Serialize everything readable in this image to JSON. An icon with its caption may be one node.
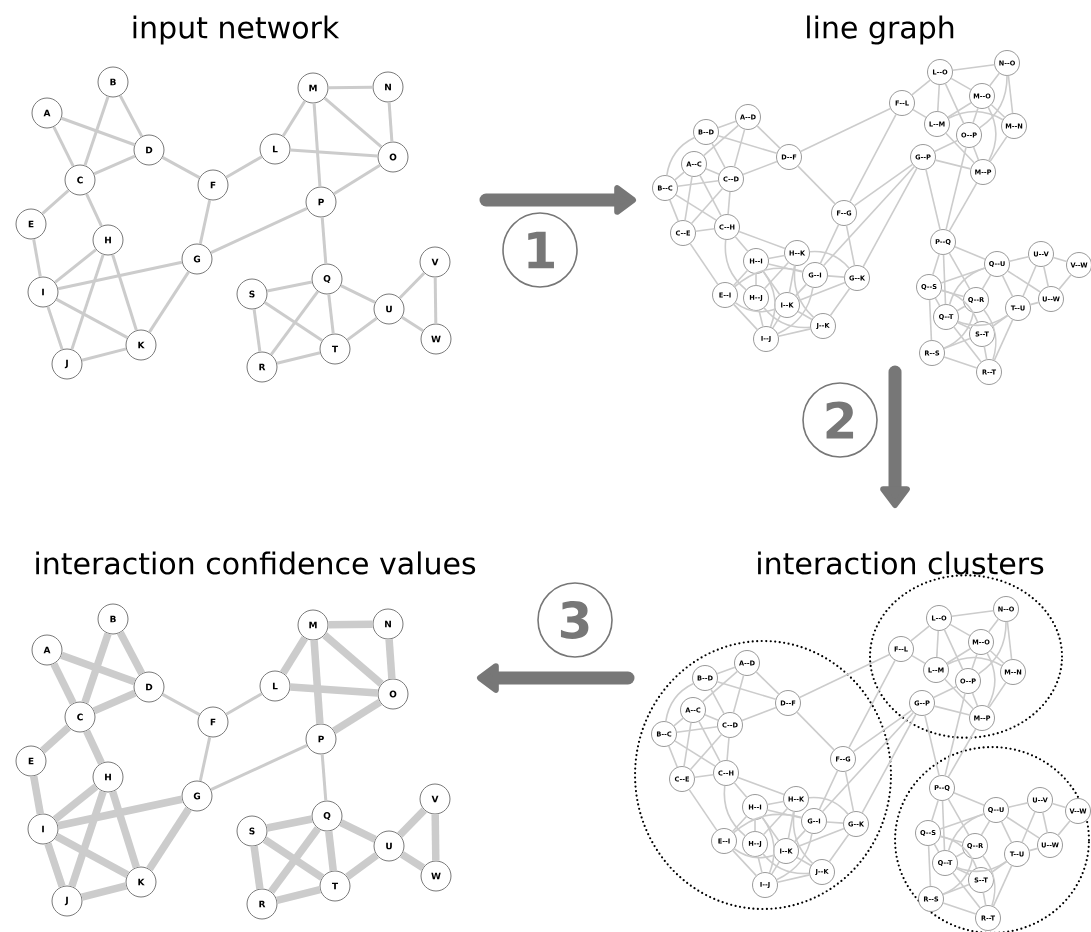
{
  "diagram": {
    "nodes": [
      {
        "text": [
          "A"
        ]
      },
      {
        "text": [
          "B"
        ]
      },
      {
        "text": [
          "C"
        ]
      },
      {
        "text": [
          "D"
        ]
      },
      {
        "text": [
          "E"
        ]
      },
      {
        "text": [
          "F"
        ]
      },
      {
        "text": [
          "G"
        ]
      },
      {
        "text": [
          "H"
        ]
      },
      {
        "text": [
          "I"
        ]
      },
      {
        "text": [
          "J"
        ]
      },
      {
        "text": [
          "K"
        ]
      },
      {
        "text": [
          "L"
        ]
      },
      {
        "text": [
          "M"
        ]
      },
      {
        "text": [
          "N"
        ]
      },
      {
        "text": [
          "O"
        ]
      },
      {
        "text": [
          "P"
        ]
      },
      {
        "text": [
          "Q"
        ]
      },
      {
        "text": [
          "R"
        ]
      },
      {
        "text": [
          "S"
        ]
      },
      {
        "text": [
          "T"
        ]
      },
      {
        "text": [
          "U"
        ]
      },
      {
        "text": [
          "V"
        ]
      },
      {
        "text": [
          "W"
        ]
      },
      {
        "text": [
          "A--C"
        ]
      },
      {
        "text": [
          "A--D"
        ]
      },
      {
        "text": [
          "B--C"
        ]
      },
      {
        "text": [
          "B--D"
        ]
      },
      {
        "text": [
          "C--D"
        ]
      },
      {
        "text": [
          "C--E"
        ]
      },
      {
        "text": [
          "C--H"
        ]
      },
      {
        "text": [
          "D--F"
        ]
      },
      {
        "text": [
          "E--I"
        ]
      },
      {
        "text": [
          "F--G"
        ]
      },
      {
        "text": [
          "F--L"
        ]
      },
      {
        "text": [
          "G--I"
        ]
      },
      {
        "text": [
          "G--K"
        ]
      },
      {
        "text": [
          "G--P"
        ]
      },
      {
        "text": [
          "H--I"
        ]
      },
      {
        "text": [
          "H--J"
        ]
      },
      {
        "text": [
          "H--K"
        ]
      },
      {
        "text": [
          "I--J"
        ]
      },
      {
        "text": [
          "I--K"
        ]
      },
      {
        "text": [
          "J--K"
        ]
      },
      {
        "text": [
          "L--M"
        ]
      },
      {
        "text": [
          "L--O"
        ]
      },
      {
        "text": [
          "M--N"
        ]
      },
      {
        "text": [
          "M--O"
        ]
      },
      {
        "text": [
          "M--P"
        ]
      },
      {
        "text": [
          "N--O"
        ]
      },
      {
        "text": [
          "O--P"
        ]
      },
      {
        "text": [
          "P--Q"
        ]
      },
      {
        "text": [
          "Q--R"
        ]
      },
      {
        "text": [
          "Q--S"
        ]
      },
      {
        "text": [
          "Q--T"
        ]
      },
      {
        "text": [
          "Q--U"
        ]
      },
      {
        "text": [
          "R--S"
        ]
      },
      {
        "text": [
          "R--T"
        ]
      },
      {
        "text": [
          "S--T"
        ]
      },
      {
        "text": [
          "T--U"
        ]
      },
      {
        "text": [
          "U--V"
        ]
      },
      {
        "text": [
          "U--W"
        ]
      },
      {
        "text": [
          "V--W"
        ]
      },
      {
        "text": [],
        "shape": "circle"
      },
      {
        "text": [],
        "shape": "circle"
      },
      {
        "text": [],
        "shape": "circle"
      },
      {
        "text": [
          "A--C"
        ],
        "in": 62
      },
      {
        "text": [
          "A--D"
        ],
        "in": 62
      },
      {
        "text": [
          "B--C"
        ],
        "in": 62
      },
      {
        "text": [
          "B--D"
        ],
        "in": 62
      },
      {
        "text": [
          "C--D"
        ],
        "in": 62
      },
      {
        "text": [
          "C--E"
        ],
        "in": 62
      },
      {
        "text": [
          "C--H"
        ],
        "in": 62
      },
      {
        "text": [
          "D--F"
        ],
        "in": 62
      },
      {
        "text": [
          "E--I"
        ],
        "in": 62
      },
      {
        "text": [
          "F--G"
        ],
        "in": 62
      },
      {
        "text": [
          "F--L"
        ],
        "in": 63
      },
      {
        "text": [
          "G--I"
        ],
        "in": 62
      },
      {
        "text": [
          "G--K"
        ],
        "in": 62
      },
      {
        "text": [
          "G--P"
        ],
        "in": 63
      },
      {
        "text": [
          "H--I"
        ],
        "in": 62
      },
      {
        "text": [
          "H--J"
        ],
        "in": 62
      },
      {
        "text": [
          "H--K"
        ],
        "in": 62
      },
      {
        "text": [
          "I--J"
        ],
        "in": 62
      },
      {
        "text": [
          "I--K"
        ],
        "in": 62
      },
      {
        "text": [
          "J--K"
        ],
        "in": 62
      },
      {
        "text": [
          "L--M"
        ],
        "in": 63
      },
      {
        "text": [
          "L--O"
        ],
        "in": 63
      },
      {
        "text": [
          "M--N"
        ],
        "in": 63
      },
      {
        "text": [
          "M--O"
        ],
        "in": 63
      },
      {
        "text": [
          "M--P"
        ],
        "in": 63
      },
      {
        "text": [
          "N--O"
        ],
        "in": 63
      },
      {
        "text": [
          "O--P"
        ],
        "in": 63
      },
      {
        "text": [
          "P--Q"
        ],
        "in": 64
      },
      {
        "text": [
          "Q--R"
        ],
        "in": 64
      },
      {
        "text": [
          "Q--S"
        ],
        "in": 64
      },
      {
        "text": [
          "Q--T"
        ],
        "in": 64
      },
      {
        "text": [
          "Q--U"
        ],
        "in": 64
      },
      {
        "text": [
          "R--S"
        ],
        "in": 64
      },
      {
        "text": [
          "R--T"
        ],
        "in": 64
      },
      {
        "text": [
          "S--T"
        ],
        "in": 64
      },
      {
        "text": [
          "T--U"
        ],
        "in": 64
      },
      {
        "text": [
          "U--V"
        ],
        "in": 64
      },
      {
        "text": [
          "U--W"
        ],
        "in": 64
      },
      {
        "text": [
          "V--W"
        ],
        "in": 64
      },
      {
        "text": [
          "A"
        ]
      },
      {
        "text": [
          "B"
        ]
      },
      {
        "text": [
          "C"
        ]
      },
      {
        "text": [
          "D"
        ]
      },
      {
        "text": [
          "E"
        ]
      },
      {
        "text": [
          "F"
        ]
      },
      {
        "text": [
          "G"
        ]
      },
      {
        "text": [
          "H"
        ]
      },
      {
        "text": [
          "I"
        ]
      },
      {
        "text": [
          "J"
        ]
      },
      {
        "text": [
          "K"
        ]
      },
      {
        "text": [
          "L"
        ]
      },
      {
        "text": [
          "M"
        ]
      },
      {
        "text": [
          "N"
        ]
      },
      {
        "text": [
          "O"
        ]
      },
      {
        "text": [
          "P"
        ]
      },
      {
        "text": [
          "Q"
        ]
      },
      {
        "text": [
          "R"
        ]
      },
      {
        "text": [
          "S"
        ]
      },
      {
        "text": [
          "T"
        ]
      },
      {
        "text": [
          "U"
        ]
      },
      {
        "text": [
          "V"
        ]
      },
      {
        "text": [
          "W"
        ]
      },
      {
        "text": [
          "1"
        ]
      },
      {
        "text": [
          "2"
        ]
      },
      {
        "text": [
          "3"
        ]
      }
    ],
    "edges": [
      {
        "from": 0,
        "to": 2,
        "arrow": "none"
      },
      {
        "from": 0,
        "to": 3,
        "arrow": "none"
      },
      {
        "from": 1,
        "to": 2,
        "arrow": "none"
      },
      {
        "from": 1,
        "to": 3,
        "arrow": "none"
      },
      {
        "from": 2,
        "to": 3,
        "arrow": "none"
      },
      {
        "from": 2,
        "to": 4,
        "arrow": "none"
      },
      {
        "from": 2,
        "to": 7,
        "arrow": "none"
      },
      {
        "from": 3,
        "to": 5,
        "arrow": "none"
      },
      {
        "from": 4,
        "to": 8,
        "arrow": "none"
      },
      {
        "from": 5,
        "to": 6,
        "arrow": "none"
      },
      {
        "from": 5,
        "to": 11,
        "arrow": "none"
      },
      {
        "from": 6,
        "to": 8,
        "arrow": "none"
      },
      {
        "from": 6,
        "to": 10,
        "arrow": "none"
      },
      {
        "from": 6,
        "to": 15,
        "arrow": "none"
      },
      {
        "from": 7,
        "to": 8,
        "arrow": "none"
      },
      {
        "from": 7,
        "to": 9,
        "arrow": "none"
      },
      {
        "from": 7,
        "to": 10,
        "arrow": "none"
      },
      {
        "from": 8,
        "to": 9,
        "arrow": "none"
      },
      {
        "from": 8,
        "to": 10,
        "arrow": "none"
      },
      {
        "from": 9,
        "to": 10,
        "arrow": "none"
      },
      {
        "from": 11,
        "to": 12,
        "arrow": "none"
      },
      {
        "from": 11,
        "to": 14,
        "arrow": "none"
      },
      {
        "from": 12,
        "to": 13,
        "arrow": "none"
      },
      {
        "from": 12,
        "to": 14,
        "arrow": "none"
      },
      {
        "from": 12,
        "to": 15,
        "arrow": "none"
      },
      {
        "from": 13,
        "to": 14,
        "arrow": "none"
      },
      {
        "from": 14,
        "to": 15,
        "arrow": "none"
      },
      {
        "from": 15,
        "to": 16,
        "arrow": "none"
      },
      {
        "from": 16,
        "to": 17,
        "arrow": "none"
      },
      {
        "from": 16,
        "to": 18,
        "arrow": "none"
      },
      {
        "from": 16,
        "to": 19,
        "arrow": "none"
      },
      {
        "from": 16,
        "to": 20,
        "arrow": "none"
      },
      {
        "from": 17,
        "to": 18,
        "arrow": "none"
      },
      {
        "from": 17,
        "to": 19,
        "arrow": "none"
      },
      {
        "from": 18,
        "to": 19,
        "arrow": "none"
      },
      {
        "from": 19,
        "to": 20,
        "arrow": "none"
      },
      {
        "from": 20,
        "to": 21,
        "arrow": "none"
      },
      {
        "from": 20,
        "to": 22,
        "arrow": "none"
      },
      {
        "from": 21,
        "to": 22,
        "arrow": "none"
      },
      {
        "from": 23,
        "to": 24,
        "arrow": "none"
      },
      {
        "from": 25,
        "to": 26,
        "arrow": "none"
      },
      {
        "from": 23,
        "to": 25,
        "arrow": "none"
      },
      {
        "from": 23,
        "to": 27,
        "arrow": "none"
      },
      {
        "from": 23,
        "to": 28,
        "arrow": "none"
      },
      {
        "from": 23,
        "to": 29,
        "arrow": "none"
      },
      {
        "from": 25,
        "to": 27,
        "arrow": "none"
      },
      {
        "from": 25,
        "to": 28,
        "arrow": "none"
      },
      {
        "from": 25,
        "to": 29,
        "arrow": "none"
      },
      {
        "from": 27,
        "to": 28,
        "arrow": "none"
      },
      {
        "from": 27,
        "to": 29,
        "arrow": "none"
      },
      {
        "from": 28,
        "to": 29,
        "arrow": "none"
      },
      {
        "from": 24,
        "to": 26,
        "arrow": "none"
      },
      {
        "from": 24,
        "to": 27,
        "arrow": "none"
      },
      {
        "from": 24,
        "to": 30,
        "arrow": "none"
      },
      {
        "from": 26,
        "to": 27,
        "arrow": "none"
      },
      {
        "from": 26,
        "to": 30,
        "arrow": "none"
      },
      {
        "from": 27,
        "to": 30,
        "arrow": "none"
      },
      {
        "from": 28,
        "to": 31,
        "arrow": "none"
      },
      {
        "from": 30,
        "to": 32,
        "arrow": "none"
      },
      {
        "from": 30,
        "to": 33,
        "arrow": "none"
      },
      {
        "from": 32,
        "to": 33,
        "arrow": "none"
      },
      {
        "from": 32,
        "to": 34,
        "arrow": "none"
      },
      {
        "from": 32,
        "to": 35,
        "arrow": "none"
      },
      {
        "from": 32,
        "to": 36,
        "arrow": "none"
      },
      {
        "from": 34,
        "to": 35,
        "arrow": "none"
      },
      {
        "from": 34,
        "to": 36,
        "arrow": "none"
      },
      {
        "from": 35,
        "to": 36,
        "arrow": "none"
      },
      {
        "from": 29,
        "to": 37,
        "arrow": "none"
      },
      {
        "from": 29,
        "to": 38,
        "arrow": "none"
      },
      {
        "from": 29,
        "to": 39,
        "arrow": "none"
      },
      {
        "from": 37,
        "to": 38,
        "arrow": "none"
      },
      {
        "from": 37,
        "to": 39,
        "arrow": "none"
      },
      {
        "from": 38,
        "to": 39,
        "arrow": "none"
      },
      {
        "from": 31,
        "to": 34,
        "arrow": "none"
      },
      {
        "from": 31,
        "to": 37,
        "arrow": "none"
      },
      {
        "from": 31,
        "to": 40,
        "arrow": "none"
      },
      {
        "from": 31,
        "to": 41,
        "arrow": "none"
      },
      {
        "from": 34,
        "to": 37,
        "arrow": "none"
      },
      {
        "from": 34,
        "to": 40,
        "arrow": "none"
      },
      {
        "from": 34,
        "to": 41,
        "arrow": "none"
      },
      {
        "from": 37,
        "to": 40,
        "arrow": "none"
      },
      {
        "from": 37,
        "to": 41,
        "arrow": "none"
      },
      {
        "from": 40,
        "to": 41,
        "arrow": "none"
      },
      {
        "from": 38,
        "to": 40,
        "arrow": "none"
      },
      {
        "from": 38,
        "to": 42,
        "arrow": "none"
      },
      {
        "from": 40,
        "to": 42,
        "arrow": "none"
      },
      {
        "from": 35,
        "to": 39,
        "arrow": "none"
      },
      {
        "from": 35,
        "to": 41,
        "arrow": "none"
      },
      {
        "from": 35,
        "to": 42,
        "arrow": "none"
      },
      {
        "from": 39,
        "to": 41,
        "arrow": "none"
      },
      {
        "from": 39,
        "to": 42,
        "arrow": "none"
      },
      {
        "from": 41,
        "to": 42,
        "arrow": "none"
      },
      {
        "from": 33,
        "to": 43,
        "arrow": "none"
      },
      {
        "from": 33,
        "to": 44,
        "arrow": "none"
      },
      {
        "from": 43,
        "to": 44,
        "arrow": "none"
      },
      {
        "from": 43,
        "to": 45,
        "arrow": "none"
      },
      {
        "from": 43,
        "to": 46,
        "arrow": "none"
      },
      {
        "from": 43,
        "to": 47,
        "arrow": "none"
      },
      {
        "from": 45,
        "to": 46,
        "arrow": "none"
      },
      {
        "from": 45,
        "to": 47,
        "arrow": "none"
      },
      {
        "from": 46,
        "to": 47,
        "arrow": "none"
      },
      {
        "from": 45,
        "to": 48,
        "arrow": "none"
      },
      {
        "from": 44,
        "to": 46,
        "arrow": "none"
      },
      {
        "from": 44,
        "to": 48,
        "arrow": "none"
      },
      {
        "from": 44,
        "to": 49,
        "arrow": "none"
      },
      {
        "from": 46,
        "to": 48,
        "arrow": "none"
      },
      {
        "from": 46,
        "to": 49,
        "arrow": "none"
      },
      {
        "from": 48,
        "to": 49,
        "arrow": "none"
      },
      {
        "from": 36,
        "to": 47,
        "arrow": "none"
      },
      {
        "from": 36,
        "to": 49,
        "arrow": "none"
      },
      {
        "from": 36,
        "to": 50,
        "arrow": "none"
      },
      {
        "from": 47,
        "to": 49,
        "arrow": "none"
      },
      {
        "from": 47,
        "to": 50,
        "arrow": "none"
      },
      {
        "from": 49,
        "to": 50,
        "arrow": "none"
      },
      {
        "from": 50,
        "to": 51,
        "arrow": "none"
      },
      {
        "from": 50,
        "to": 52,
        "arrow": "none"
      },
      {
        "from": 50,
        "to": 53,
        "arrow": "none"
      },
      {
        "from": 50,
        "to": 54,
        "arrow": "none"
      },
      {
        "from": 51,
        "to": 52,
        "arrow": "none"
      },
      {
        "from": 51,
        "to": 53,
        "arrow": "none"
      },
      {
        "from": 51,
        "to": 54,
        "arrow": "none"
      },
      {
        "from": 52,
        "to": 53,
        "arrow": "none"
      },
      {
        "from": 52,
        "to": 54,
        "arrow": "none"
      },
      {
        "from": 53,
        "to": 54,
        "arrow": "none"
      },
      {
        "from": 51,
        "to": 55,
        "arrow": "none"
      },
      {
        "from": 51,
        "to": 56,
        "arrow": "none"
      },
      {
        "from": 55,
        "to": 56,
        "arrow": "none"
      },
      {
        "from": 52,
        "to": 55,
        "arrow": "none"
      },
      {
        "from": 52,
        "to": 57,
        "arrow": "none"
      },
      {
        "from": 55,
        "to": 57,
        "arrow": "none"
      },
      {
        "from": 53,
        "to": 56,
        "arrow": "none"
      },
      {
        "from": 53,
        "to": 57,
        "arrow": "none"
      },
      {
        "from": 53,
        "to": 58,
        "arrow": "none"
      },
      {
        "from": 56,
        "to": 57,
        "arrow": "none"
      },
      {
        "from": 56,
        "to": 58,
        "arrow": "none"
      },
      {
        "from": 57,
        "to": 58,
        "arrow": "none"
      },
      {
        "from": 54,
        "to": 58,
        "arrow": "none"
      },
      {
        "from": 54,
        "to": 59,
        "arrow": "none"
      },
      {
        "from": 54,
        "to": 60,
        "arrow": "none"
      },
      {
        "from": 58,
        "to": 59,
        "arrow": "none"
      },
      {
        "from": 58,
        "to": 60,
        "arrow": "none"
      },
      {
        "from": 59,
        "to": 60,
        "arrow": "none"
      },
      {
        "from": 59,
        "to": 61,
        "arrow": "none"
      },
      {
        "from": 60,
        "to": 61,
        "arrow": "none"
      },
      {
        "from": 65,
        "to": 66,
        "arrow": "none"
      },
      {
        "from": 67,
        "to": 68,
        "arrow": "none"
      },
      {
        "from": 65,
        "to": 67,
        "arrow": "none"
      },
      {
        "from": 65,
        "to": 69,
        "arrow": "none"
      },
      {
        "from": 65,
        "to": 70,
        "arrow": "none"
      },
      {
        "from": 65,
        "to": 71,
        "arrow": "none"
      },
      {
        "from": 67,
        "to": 69,
        "arrow": "none"
      },
      {
        "from": 67,
        "to": 70,
        "arrow": "none"
      },
      {
        "from": 67,
        "to": 71,
        "arrow": "none"
      },
      {
        "from": 69,
        "to": 70,
        "arrow": "none"
      },
      {
        "from": 69,
        "to": 71,
        "arrow": "none"
      },
      {
        "from": 70,
        "to": 71,
        "arrow": "none"
      },
      {
        "from": 66,
        "to": 68,
        "arrow": "none"
      },
      {
        "from": 66,
        "to": 69,
        "arrow": "none"
      },
      {
        "from": 66,
        "to": 72,
        "arrow": "none"
      },
      {
        "from": 68,
        "to": 69,
        "arrow": "none"
      },
      {
        "from": 68,
        "to": 72,
        "arrow": "none"
      },
      {
        "from": 69,
        "to": 72,
        "arrow": "none"
      },
      {
        "from": 70,
        "to": 73,
        "arrow": "none"
      },
      {
        "from": 72,
        "to": 74,
        "arrow": "none"
      },
      {
        "from": 72,
        "to": 75,
        "arrow": "none"
      },
      {
        "from": 74,
        "to": 75,
        "arrow": "none"
      },
      {
        "from": 74,
        "to": 76,
        "arrow": "none"
      },
      {
        "from": 74,
        "to": 77,
        "arrow": "none"
      },
      {
        "from": 74,
        "to": 78,
        "arrow": "none"
      },
      {
        "from": 76,
        "to": 77,
        "arrow": "none"
      },
      {
        "from": 76,
        "to": 78,
        "arrow": "none"
      },
      {
        "from": 77,
        "to": 78,
        "arrow": "none"
      },
      {
        "from": 71,
        "to": 79,
        "arrow": "none"
      },
      {
        "from": 71,
        "to": 80,
        "arrow": "none"
      },
      {
        "from": 71,
        "to": 81,
        "arrow": "none"
      },
      {
        "from": 79,
        "to": 80,
        "arrow": "none"
      },
      {
        "from": 79,
        "to": 81,
        "arrow": "none"
      },
      {
        "from": 80,
        "to": 81,
        "arrow": "none"
      },
      {
        "from": 73,
        "to": 76,
        "arrow": "none"
      },
      {
        "from": 73,
        "to": 79,
        "arrow": "none"
      },
      {
        "from": 73,
        "to": 82,
        "arrow": "none"
      },
      {
        "from": 73,
        "to": 83,
        "arrow": "none"
      },
      {
        "from": 76,
        "to": 79,
        "arrow": "none"
      },
      {
        "from": 76,
        "to": 82,
        "arrow": "none"
      },
      {
        "from": 76,
        "to": 83,
        "arrow": "none"
      },
      {
        "from": 79,
        "to": 82,
        "arrow": "none"
      },
      {
        "from": 79,
        "to": 83,
        "arrow": "none"
      },
      {
        "from": 82,
        "to": 83,
        "arrow": "none"
      },
      {
        "from": 80,
        "to": 82,
        "arrow": "none"
      },
      {
        "from": 80,
        "to": 84,
        "arrow": "none"
      },
      {
        "from": 82,
        "to": 84,
        "arrow": "none"
      },
      {
        "from": 77,
        "to": 81,
        "arrow": "none"
      },
      {
        "from": 77,
        "to": 83,
        "arrow": "none"
      },
      {
        "from": 77,
        "to": 84,
        "arrow": "none"
      },
      {
        "from": 81,
        "to": 83,
        "arrow": "none"
      },
      {
        "from": 81,
        "to": 84,
        "arrow": "none"
      },
      {
        "from": 83,
        "to": 84,
        "arrow": "none"
      },
      {
        "from": 75,
        "to": 85,
        "arrow": "none"
      },
      {
        "from": 75,
        "to": 86,
        "arrow": "none"
      },
      {
        "from": 85,
        "to": 86,
        "arrow": "none"
      },
      {
        "from": 85,
        "to": 87,
        "arrow": "none"
      },
      {
        "from": 85,
        "to": 88,
        "arrow": "none"
      },
      {
        "from": 85,
        "to": 89,
        "arrow": "none"
      },
      {
        "from": 87,
        "to": 88,
        "arrow": "none"
      },
      {
        "from": 87,
        "to": 89,
        "arrow": "none"
      },
      {
        "from": 88,
        "to": 89,
        "arrow": "none"
      },
      {
        "from": 87,
        "to": 90,
        "arrow": "none"
      },
      {
        "from": 86,
        "to": 88,
        "arrow": "none"
      },
      {
        "from": 86,
        "to": 90,
        "arrow": "none"
      },
      {
        "from": 86,
        "to": 91,
        "arrow": "none"
      },
      {
        "from": 88,
        "to": 90,
        "arrow": "none"
      },
      {
        "from": 88,
        "to": 91,
        "arrow": "none"
      },
      {
        "from": 90,
        "to": 91,
        "arrow": "none"
      },
      {
        "from": 78,
        "to": 89,
        "arrow": "none"
      },
      {
        "from": 78,
        "to": 91,
        "arrow": "none"
      },
      {
        "from": 78,
        "to": 92,
        "arrow": "none"
      },
      {
        "from": 89,
        "to": 91,
        "arrow": "none"
      },
      {
        "from": 89,
        "to": 92,
        "arrow": "none"
      },
      {
        "from": 91,
        "to": 92,
        "arrow": "none"
      },
      {
        "from": 92,
        "to": 93,
        "arrow": "none"
      },
      {
        "from": 92,
        "to": 94,
        "arrow": "none"
      },
      {
        "from": 92,
        "to": 95,
        "arrow": "none"
      },
      {
        "from": 92,
        "to": 96,
        "arrow": "none"
      },
      {
        "from": 93,
        "to": 94,
        "arrow": "none"
      },
      {
        "from": 93,
        "to": 95,
        "arrow": "none"
      },
      {
        "from": 93,
        "to": 96,
        "arrow": "none"
      },
      {
        "from": 94,
        "to": 95,
        "arrow": "none"
      },
      {
        "from": 94,
        "to": 96,
        "arrow": "none"
      },
      {
        "from": 95,
        "to": 96,
        "arrow": "none"
      },
      {
        "from": 93,
        "to": 97,
        "arrow": "none"
      },
      {
        "from": 93,
        "to": 98,
        "arrow": "none"
      },
      {
        "from": 97,
        "to": 98,
        "arrow": "none"
      },
      {
        "from": 94,
        "to": 97,
        "arrow": "none"
      },
      {
        "from": 94,
        "to": 99,
        "arrow": "none"
      },
      {
        "from": 97,
        "to": 99,
        "arrow": "none"
      },
      {
        "from": 95,
        "to": 98,
        "arrow": "none"
      },
      {
        "from": 95,
        "to": 99,
        "arrow": "none"
      },
      {
        "from": 95,
        "to": 100,
        "arrow": "none"
      },
      {
        "from": 98,
        "to": 99,
        "arrow": "none"
      },
      {
        "from": 98,
        "to": 100,
        "arrow": "none"
      },
      {
        "from": 99,
        "to": 100,
        "arrow": "none"
      },
      {
        "from": 96,
        "to": 100,
        "arrow": "none"
      },
      {
        "from": 96,
        "to": 101,
        "arrow": "none"
      },
      {
        "from": 96,
        "to": 102,
        "arrow": "none"
      },
      {
        "from": 100,
        "to": 101,
        "arrow": "none"
      },
      {
        "from": 100,
        "to": 102,
        "arrow": "none"
      },
      {
        "from": 101,
        "to": 102,
        "arrow": "none"
      },
      {
        "from": 101,
        "to": 103,
        "arrow": "none"
      },
      {
        "from": 102,
        "to": 103,
        "arrow": "none"
      },
      {
        "from": 104,
        "to": 106,
        "arrow": "none",
        "style": "thick"
      },
      {
        "from": 104,
        "to": 107,
        "arrow": "none",
        "style": "thick"
      },
      {
        "from": 105,
        "to": 106,
        "arrow": "none",
        "style": "thick"
      },
      {
        "from": 105,
        "to": 107,
        "arrow": "none",
        "style": "thick"
      },
      {
        "from": 106,
        "to": 107,
        "arrow": "none",
        "style": "thick"
      },
      {
        "from": 106,
        "to": 108,
        "arrow": "none",
        "style": "thick"
      },
      {
        "from": 106,
        "to": 111,
        "arrow": "none",
        "style": "thick"
      },
      {
        "from": 107,
        "to": 109,
        "arrow": "none"
      },
      {
        "from": 108,
        "to": 112,
        "arrow": "none",
        "style": "thick"
      },
      {
        "from": 109,
        "to": 110,
        "arrow": "none"
      },
      {
        "from": 109,
        "to": 115,
        "arrow": "none"
      },
      {
        "from": 110,
        "to": 112,
        "arrow": "none",
        "style": "thick"
      },
      {
        "from": 110,
        "to": 114,
        "arrow": "none",
        "style": "thick"
      },
      {
        "from": 110,
        "to": 119,
        "arrow": "none"
      },
      {
        "from": 111,
        "to": 112,
        "arrow": "none",
        "style": "thick"
      },
      {
        "from": 111,
        "to": 113,
        "arrow": "none",
        "style": "thick"
      },
      {
        "from": 111,
        "to": 114,
        "arrow": "none",
        "style": "thick"
      },
      {
        "from": 112,
        "to": 113,
        "arrow": "none",
        "style": "thick"
      },
      {
        "from": 112,
        "to": 114,
        "arrow": "none",
        "style": "thick"
      },
      {
        "from": 113,
        "to": 114,
        "arrow": "none",
        "style": "thick"
      },
      {
        "from": 115,
        "to": 116,
        "arrow": "none",
        "style": "thick"
      },
      {
        "from": 115,
        "to": 118,
        "arrow": "none",
        "style": "thick"
      },
      {
        "from": 116,
        "to": 117,
        "arrow": "none",
        "style": "thick"
      },
      {
        "from": 116,
        "to": 118,
        "arrow": "none",
        "style": "thick"
      },
      {
        "from": 116,
        "to": 119,
        "arrow": "none",
        "style": "thick"
      },
      {
        "from": 117,
        "to": 118,
        "arrow": "none",
        "style": "thick"
      },
      {
        "from": 118,
        "to": 119,
        "arrow": "none",
        "style": "thick"
      },
      {
        "from": 119,
        "to": 120,
        "arrow": "none"
      },
      {
        "from": 120,
        "to": 121,
        "arrow": "none",
        "style": "thick"
      },
      {
        "from": 120,
        "to": 122,
        "arrow": "none",
        "style": "thick"
      },
      {
        "from": 120,
        "to": 123,
        "arrow": "none",
        "style": "thick"
      },
      {
        "from": 120,
        "to": 124,
        "arrow": "none",
        "style": "thick"
      },
      {
        "from": 121,
        "to": 122,
        "arrow": "none",
        "style": "thick"
      },
      {
        "from": 121,
        "to": 123,
        "arrow": "none",
        "style": "thick"
      },
      {
        "from": 122,
        "to": 123,
        "arrow": "none",
        "style": "thick"
      },
      {
        "from": 123,
        "to": 124,
        "arrow": "none",
        "style": "thick"
      },
      {
        "from": 124,
        "to": 125,
        "arrow": "none",
        "style": "thick"
      },
      {
        "from": 124,
        "to": 126,
        "arrow": "none",
        "style": "thick"
      },
      {
        "from": 125,
        "to": 126,
        "arrow": "none",
        "style": "thick"
      }
    ],
    "labels": [
      "input network",
      "line graph",
      "interaction confidence values",
      "interaction clusters"
    ]
  }
}
